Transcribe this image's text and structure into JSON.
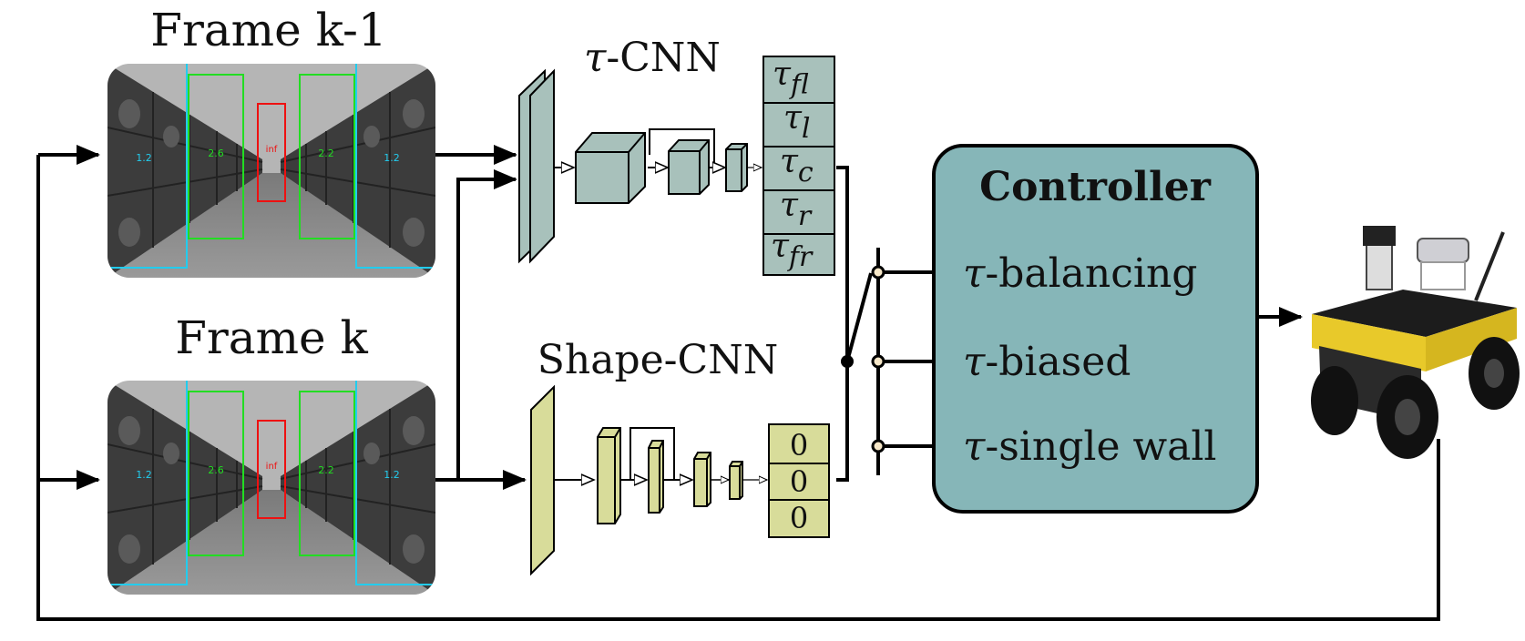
{
  "frames": {
    "top_title": "Frame k-1",
    "bottom_title": "Frame k",
    "markers": {
      "left": "1.2",
      "center_left": "2.6",
      "center": "inf",
      "center_right": "2.2",
      "right": "1.2"
    }
  },
  "tau_cnn": {
    "title_symbol": "τ",
    "title_rest": "-CNN",
    "outputs": [
      {
        "sym": "τ",
        "sub": "fl"
      },
      {
        "sym": "τ",
        "sub": "l"
      },
      {
        "sym": "τ",
        "sub": "c"
      },
      {
        "sym": "τ",
        "sub": "r"
      },
      {
        "sym": "τ",
        "sub": "fr"
      }
    ]
  },
  "shape_cnn": {
    "title": "Shape-CNN",
    "outputs": [
      "0",
      "0",
      "0"
    ]
  },
  "controller": {
    "title": "Controller",
    "modes": [
      {
        "sym": "τ",
        "rest": "-balancing"
      },
      {
        "sym": "τ",
        "rest": "-biased"
      },
      {
        "sym": "τ",
        "rest": "-single wall"
      }
    ]
  },
  "colors": {
    "tau_fill": "#a8c1bb",
    "shape_fill": "#d8dc9a",
    "controller_fill": "#86b6b8",
    "frame_green": "#22dd22",
    "frame_red": "#ee1111",
    "frame_cyan": "#22ccee"
  }
}
